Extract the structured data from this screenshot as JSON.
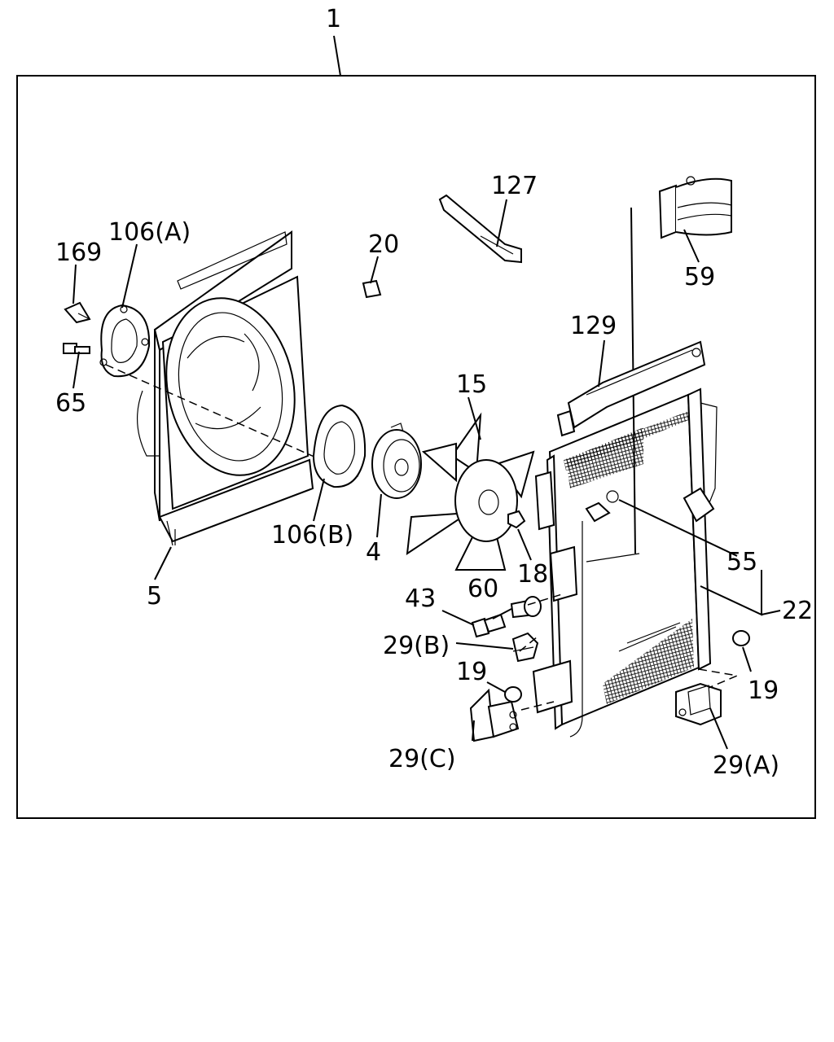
{
  "labels": {
    "l1": "1",
    "l127": "127",
    "l20": "20",
    "l169": "169",
    "l106a": "106(A)",
    "l65": "65",
    "l59": "59",
    "l129": "129",
    "l15": "15",
    "l106b": "106(B)",
    "l4": "4",
    "l5": "5",
    "l18": "18",
    "l55": "55",
    "l22": "22",
    "l43": "43",
    "l60": "60",
    "l29b": "29(B)",
    "l19a": "19",
    "l19b": "19",
    "l29c": "29(C)",
    "l29a": "29(A)"
  }
}
